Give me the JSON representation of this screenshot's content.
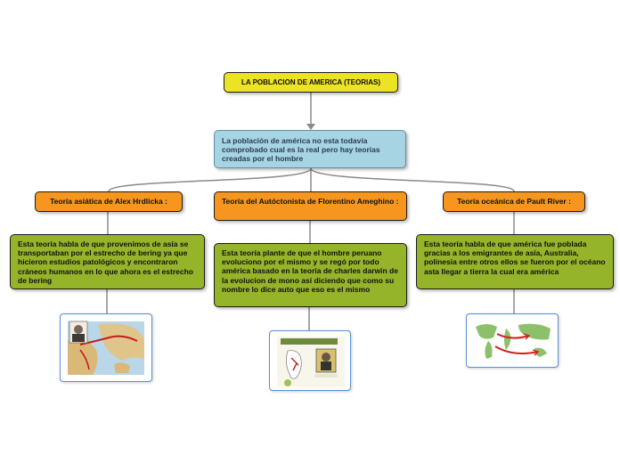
{
  "root": {
    "title": "LA POBLACION DE AMERICA (TEORIAS)"
  },
  "central": {
    "text": "La población de américa no esta todavía comprobado cual es la real pero hay teorias creadas por el hombre"
  },
  "theories": [
    {
      "title": "Teoría asiática de Alex Hrdlicka :",
      "description": "Esta teoría habla de que provenimos de asía se transportaban por el estrecho de bering ya que hicieron estudios patológicos y encontraron cráneos humanos en lo que ahora es el estrecho de bering",
      "image": "map-bering-migration-image"
    },
    {
      "title": "Teoría del Autóctonista de  Florentino Ameghino :",
      "description": "Esta teoría plante de que el hombre peruano evoluciono por el mismo y se regó por todo américa basado en la teoria de charles darwin de la evolucion de mono así diciendo que como su nombre lo dice auto que eso es el mismo",
      "image": "autoctonista-theory-image"
    },
    {
      "title": "Teoría oceánica de Pault River :",
      "description": "Esta teoría habla de que américa fue poblada gracias a los emigrantes de asía, Australia, polinesia entre otros ellos se fueron por el océano asta llegar a tierra la cual era américa",
      "image": "oceanic-routes-map-image"
    }
  ],
  "colors": {
    "root": "#ece324",
    "central": "#a6d4e2",
    "theory_title": "#f7961e",
    "theory_body": "#95b42a",
    "image_border": "#5b8fd4",
    "connector": "#8a8a8a"
  }
}
